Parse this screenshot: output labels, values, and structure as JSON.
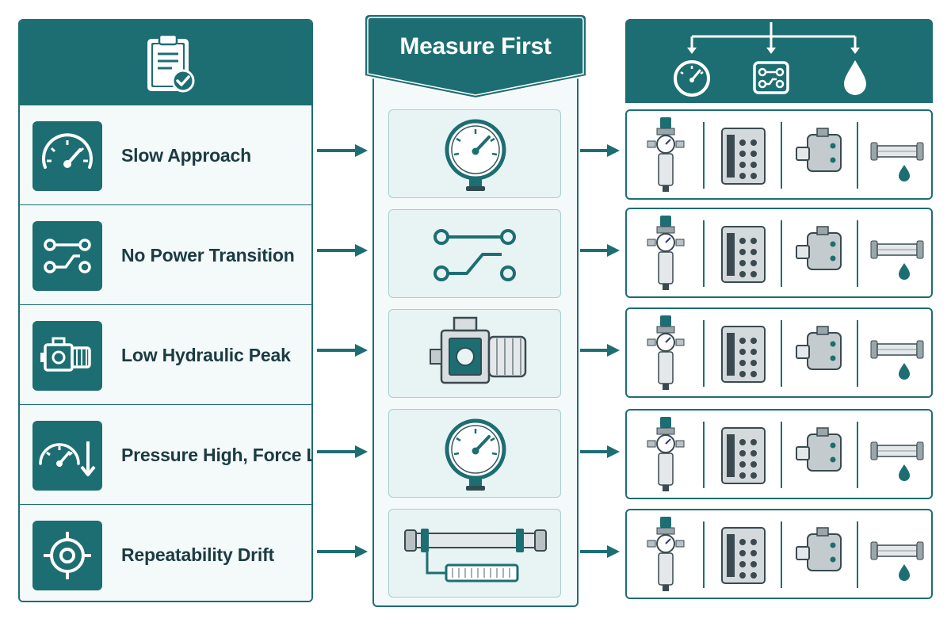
{
  "left_column": {
    "header_icon": "clipboard-check-icon",
    "rows": [
      {
        "label": "Slow Approach",
        "icon": "speedometer-icon"
      },
      {
        "label": "No Power Transition",
        "icon": "switch-paths-icon"
      },
      {
        "label": "Low Hydraulic Peak",
        "icon": "pump-motor-icon"
      },
      {
        "label": "Pressure High, Force Low",
        "icon": "gauge-down-arrow-icon"
      },
      {
        "label": "Repeatability Drift",
        "icon": "target-crosshair-icon"
      }
    ]
  },
  "middle_column": {
    "title": "Measure First",
    "cards": [
      {
        "icon": "pressure-gauge-icon"
      },
      {
        "icon": "switch-paths-icon"
      },
      {
        "icon": "pump-motor-icon"
      },
      {
        "icon": "pressure-gauge-icon"
      },
      {
        "icon": "cylinder-scale-icon"
      }
    ]
  },
  "right_column": {
    "header_icons": [
      "pressure-gauge-icon",
      "valve-paths-icon",
      "oil-drop-icon"
    ],
    "row_icons": [
      "filter-regulator-icon",
      "valve-manifold-icon",
      "pump-block-icon",
      "cylinder-drop-icon"
    ]
  },
  "colors": {
    "teal": "#1d6e73",
    "light_background": "#f4f9f9",
    "card_background": "#e8f3f3",
    "label_text": "#1b3b42"
  }
}
